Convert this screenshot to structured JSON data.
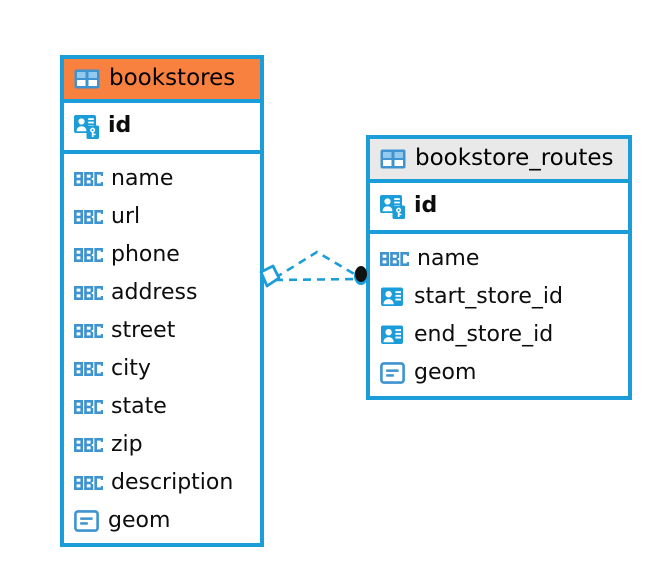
{
  "diagram": {
    "type": "entity-relationship-diagram",
    "background": "#ffffff",
    "accent_blue": "#1b9dd9",
    "header_orange": "#f9813f",
    "header_gray": "#e9e9e9"
  },
  "entities": [
    {
      "name": "bookstores",
      "header_style": "orange",
      "table_icon": "table-icon",
      "primary_key": {
        "label": "id",
        "icon": "primary-key-icon"
      },
      "fields": [
        {
          "label": "name",
          "icon": "text-type-icon"
        },
        {
          "label": "url",
          "icon": "text-type-icon"
        },
        {
          "label": "phone",
          "icon": "text-type-icon"
        },
        {
          "label": "address",
          "icon": "text-type-icon"
        },
        {
          "label": "street",
          "icon": "text-type-icon"
        },
        {
          "label": "city",
          "icon": "text-type-icon"
        },
        {
          "label": "state",
          "icon": "text-type-icon"
        },
        {
          "label": "zip",
          "icon": "text-type-icon"
        },
        {
          "label": "description",
          "icon": "text-type-icon"
        },
        {
          "label": "geom",
          "icon": "geometry-type-icon"
        }
      ]
    },
    {
      "name": "bookstore_routes",
      "header_style": "gray",
      "table_icon": "table-icon",
      "primary_key": {
        "label": "id",
        "icon": "primary-key-icon"
      },
      "fields": [
        {
          "label": "name",
          "icon": "text-type-icon"
        },
        {
          "label": "start_store_id",
          "icon": "foreign-key-icon"
        },
        {
          "label": "end_store_id",
          "icon": "foreign-key-icon"
        },
        {
          "label": "geom",
          "icon": "geometry-type-icon"
        }
      ]
    }
  ],
  "relationship": {
    "from_entity": "bookstores",
    "to_entity": "bookstore_routes",
    "line_style": "dashed",
    "source_marker": "zero-or-many-diamond-icon",
    "target_marker": "filled-circle-icon",
    "color": "#1b9dd9"
  }
}
